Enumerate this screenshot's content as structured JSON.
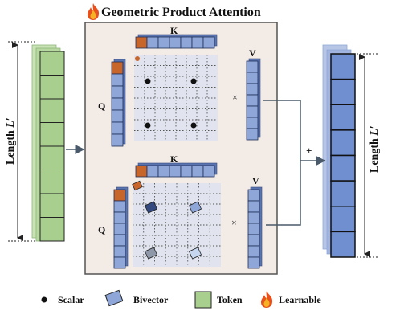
{
  "title": "Geometric Product Attention",
  "matrix_labels": {
    "top": {
      "k": "K",
      "q": "Q",
      "v": "V",
      "op": "×"
    },
    "bottom": {
      "k": "K",
      "q": "Q",
      "v": "V",
      "op": "×"
    }
  },
  "sum_symbol": "+",
  "length_label": {
    "main": "Length ",
    "var": "L",
    "prime": "′"
  },
  "legend": [
    {
      "label": "Scalar",
      "marker": "dot"
    },
    {
      "label": "Bivector",
      "marker": "diamond"
    },
    {
      "label": "Token",
      "marker": "square"
    },
    {
      "label": "Learnable",
      "marker": "fire-icon"
    }
  ],
  "colors": {
    "token_green": "#a8cf8e",
    "attention_blue": "#8fa7d8",
    "output_blue": "#6f8fd0",
    "learnable_orange": "#c8652a",
    "module_bg": "#f3ebe6"
  }
}
